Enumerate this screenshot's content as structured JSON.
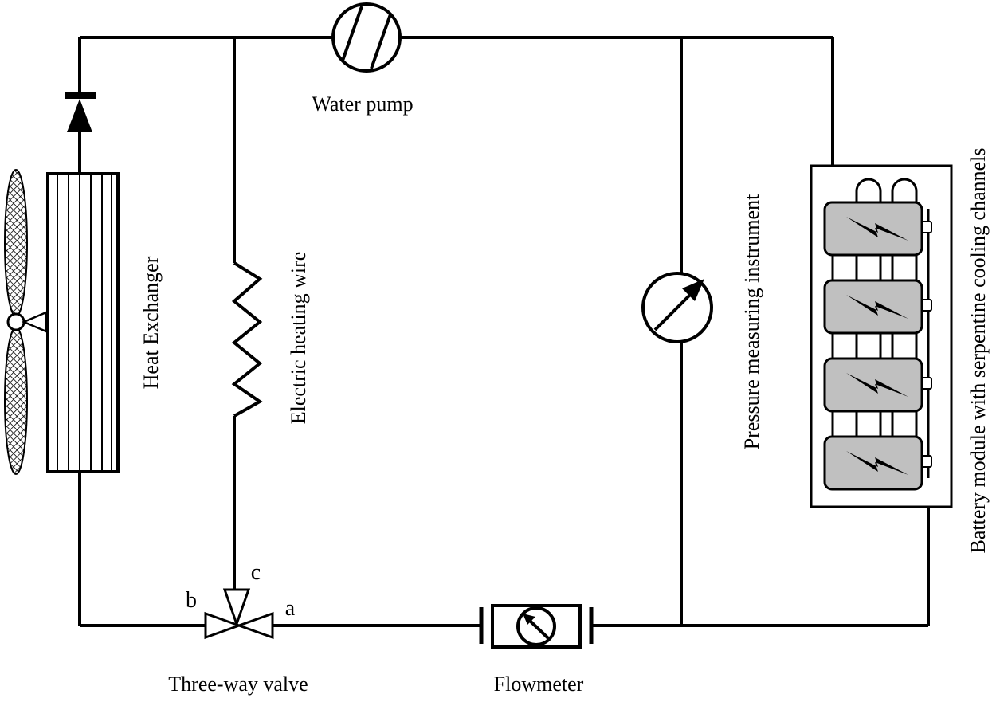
{
  "labels": {
    "water_pump": "Water pump",
    "heat_exchanger": "Heat Exchanger",
    "electric_heating_wire": "Electric heating wire",
    "pressure_instrument": "Pressure measuring instrument",
    "battery_module": "Battery module with serpentine cooling channels",
    "three_way_valve": "Three-way valve",
    "flowmeter": "Flowmeter",
    "port_a": "a",
    "port_b": "b",
    "port_c": "c"
  },
  "colors": {
    "line": "#000000",
    "cell_fill": "#c0c0c0",
    "background": "#ffffff"
  }
}
